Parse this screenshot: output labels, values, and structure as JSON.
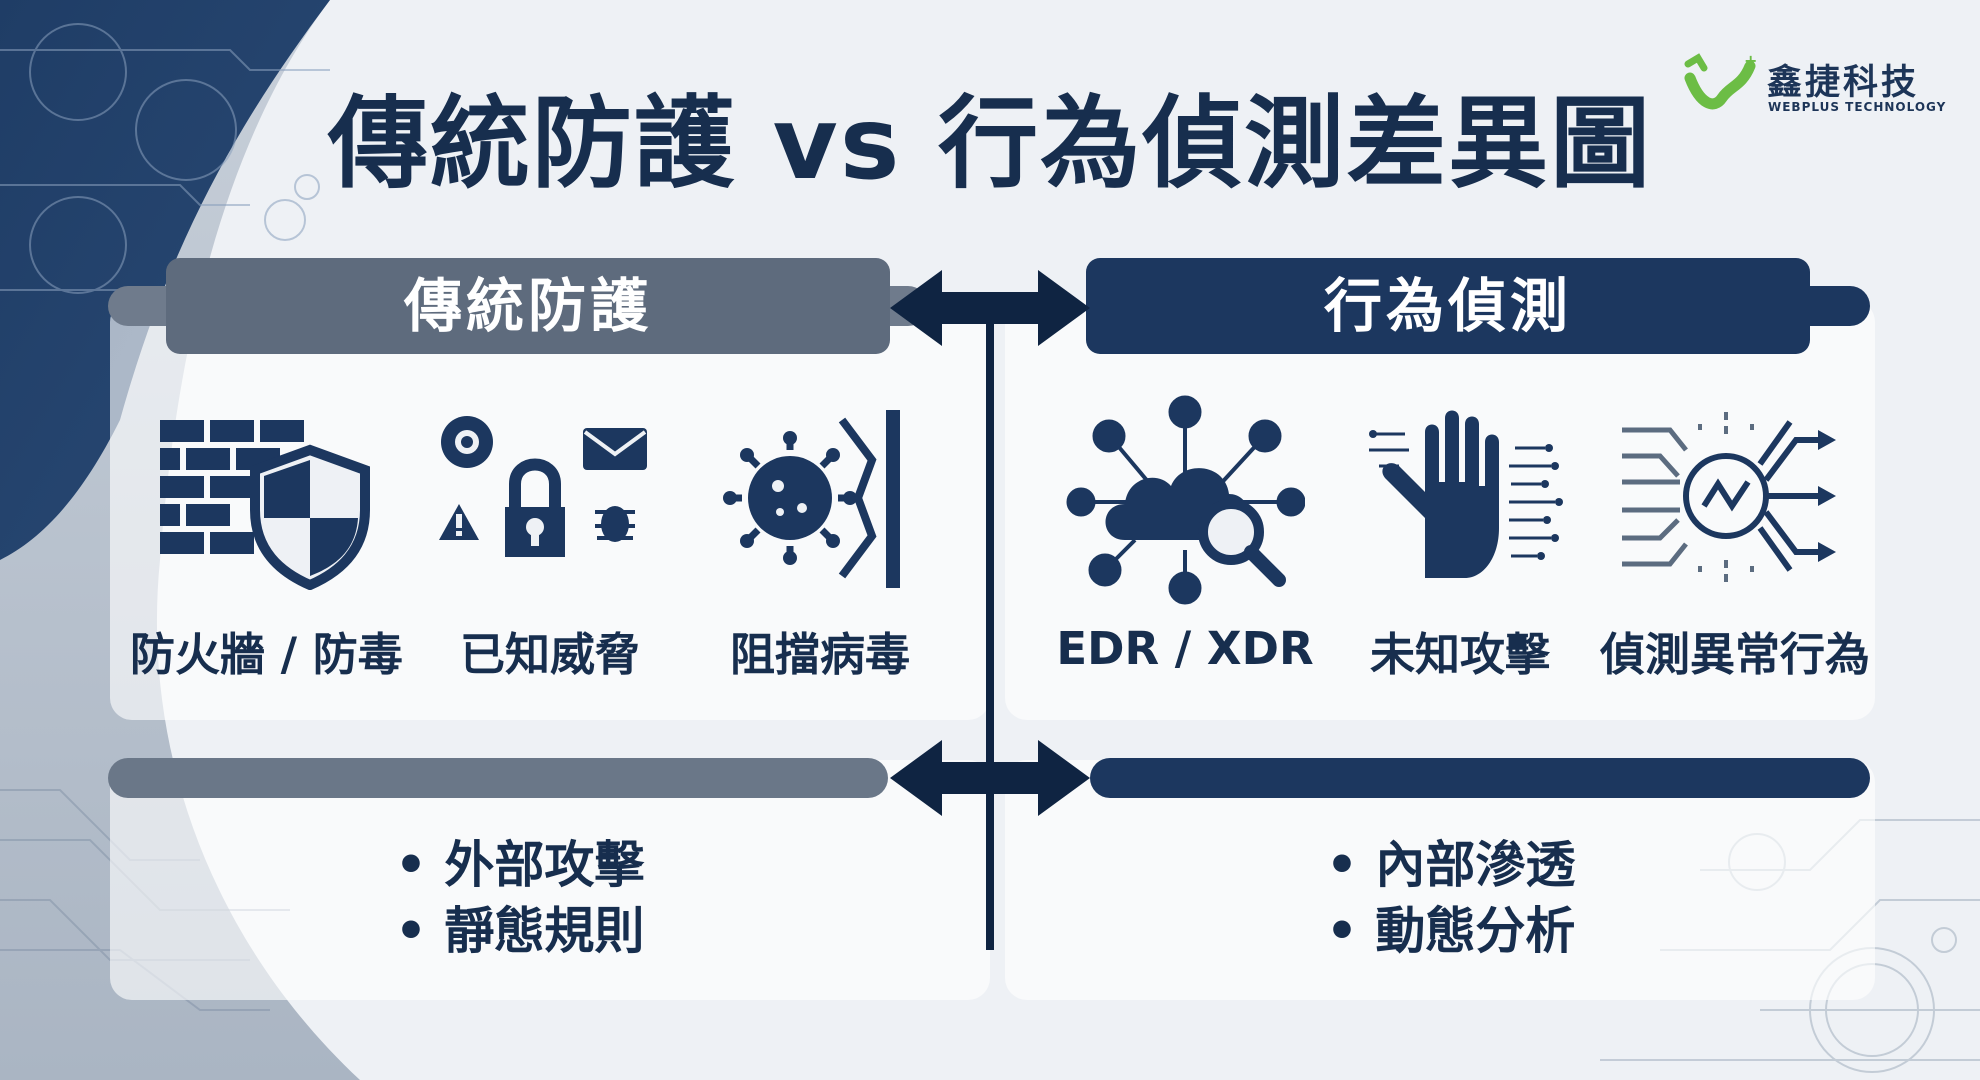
{
  "title": "傳統防護 vs 行為偵測差異圖",
  "logo": {
    "name": "鑫捷科技",
    "sub": "WEBPLUS TECHNOLOGY"
  },
  "left": {
    "header": "傳統防護",
    "items": [
      {
        "label": "防火牆 / 防毒",
        "icon": "firewall-shield-icon"
      },
      {
        "label": "已知威脅",
        "icon": "lock-threat-icon"
      },
      {
        "label": "阻擋病毒",
        "icon": "virus-block-icon"
      }
    ],
    "bullets": [
      "外部攻擊",
      "靜態規則"
    ]
  },
  "right": {
    "header": "行為偵測",
    "items": [
      {
        "label": "EDR / XDR",
        "icon": "cloud-network-icon"
      },
      {
        "label": "未知攻擊",
        "icon": "digital-hand-icon"
      },
      {
        "label": "偵測異常行為",
        "icon": "anomaly-analysis-icon"
      }
    ],
    "bullets": [
      "內部滲透",
      "動態分析"
    ]
  },
  "colors": {
    "navy": "#1c375f",
    "gray": "#5c6c80",
    "dark": "#0f2442",
    "left_bar": "#6a7788"
  }
}
